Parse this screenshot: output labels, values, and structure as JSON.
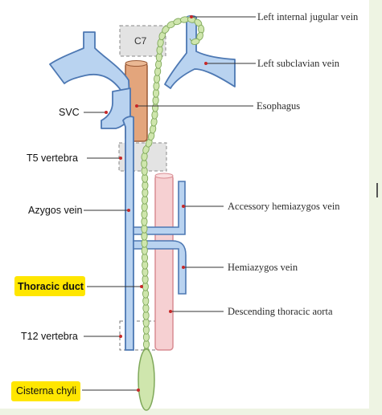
{
  "labels": {
    "left_internal_jugular_vein": "Left internal jugular vein",
    "left_subclavian_vein": "Left subclavian vein",
    "svc": "SVC",
    "esophagus": "Esophagus",
    "t5_vertebra": "T5 vertebra",
    "azygos_vein": "Azygos vein",
    "accessory_hemiazygos_vein": "Accessory hemiazygos vein",
    "thoracic_duct": "Thoracic duct",
    "hemiazygos_vein": "Hemiazygos vein",
    "descending_thoracic_aorta": "Descending thoracic aorta",
    "t12_vertebra": "T12 vertebra",
    "cisterna_chyli": "Cisterna chyli",
    "c7": "C7"
  },
  "colors": {
    "vein_fill": "#b9d3f0",
    "vein_stroke": "#4d78b3",
    "esophagus_fill": "#e3a57c",
    "esophagus_stroke": "#9a5a36",
    "aorta_fill": "#f6d0d2",
    "aorta_stroke": "#d98c92",
    "duct_fill": "#cfe6ad",
    "duct_stroke": "#7fa85a",
    "highlight": "#ffe600",
    "leader_dot": "#c62828",
    "vertebra_fill": "#e3e3e3"
  }
}
